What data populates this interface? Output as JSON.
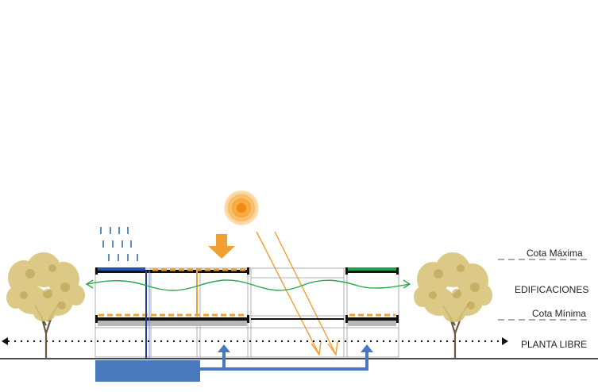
{
  "labels": {
    "cota_maxima": "Cota Máxima",
    "edificaciones": "EDIFICACIONES",
    "cota_minima": "Cota Mínima",
    "planta_libre": "PLANTA LIBRE"
  },
  "colors": {
    "rain_blue": "#2e6fb5",
    "tank_blue": "#4a78bd",
    "sun_orange": "#f0a030",
    "green_roof": "#1aa54a",
    "ventilation_green": "#2ba84a",
    "tree_foliage": "#d9c47a",
    "structure": "#111111",
    "slab_grey": "#b8b8b8"
  },
  "icons": [
    "sun-icon",
    "rain-icon",
    "tree-icon",
    "down-arrow-icon"
  ]
}
